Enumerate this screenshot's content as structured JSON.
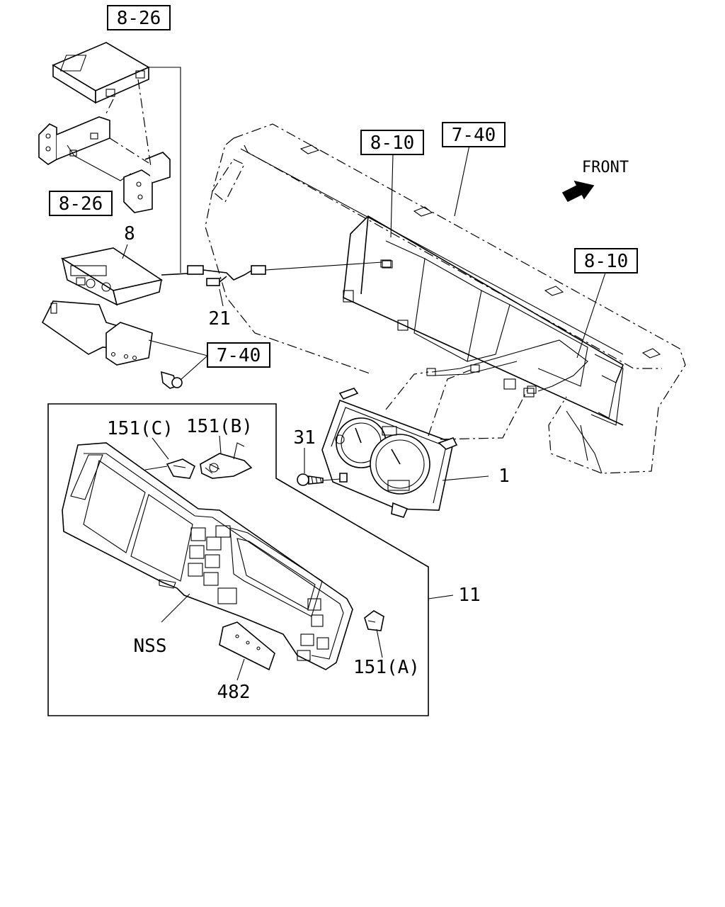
{
  "ref_labels": {
    "ref_top": "8-26",
    "ref_bracket": "8-26",
    "ref_center": "8-10",
    "ref_dash": "7-40",
    "ref_right": "8-10",
    "ref_screw": "7-40"
  },
  "part_labels": {
    "unit": "8",
    "harness": "21",
    "screw": "31",
    "meter": "1",
    "kit": "11",
    "nss": "NSS",
    "clip_c": "151(C)",
    "clip_b": "151(B)",
    "clip_a": "151(A)",
    "plate": "482"
  },
  "direction_label": "FRONT"
}
